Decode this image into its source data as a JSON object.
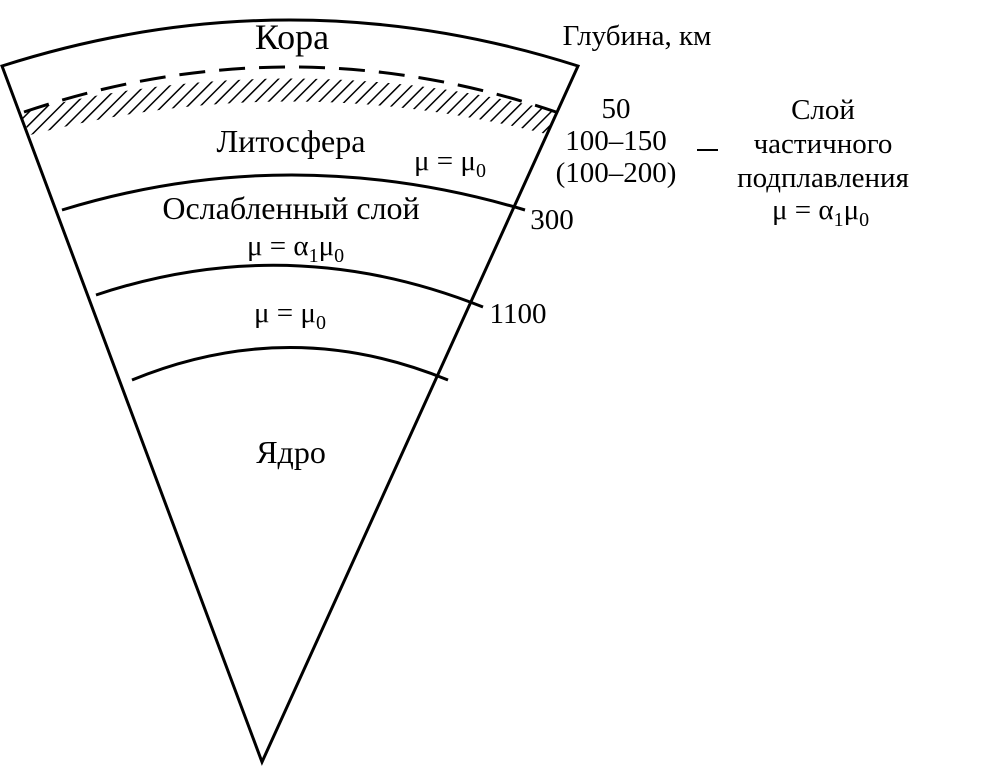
{
  "layers": {
    "crust": "Кора",
    "lithosphere": "Литосфера",
    "lithosphere_param": "μ = μ",
    "lithosphere_param_sub": "0",
    "weak_layer": "Ослабленный слой",
    "weak_layer_param_a": "μ = α",
    "weak_layer_param_a_sub": "1",
    "weak_layer_param_b": "μ",
    "weak_layer_param_b_sub": "0",
    "lower_mantle_param": "μ = μ",
    "lower_mantle_param_sub": "0",
    "core": "Ядро"
  },
  "depth_axis": {
    "title": "Глубина, км",
    "marks": [
      "50",
      "100–150",
      "(100–200)",
      "300",
      "1100"
    ]
  },
  "partial_melt_note": {
    "dash": "–",
    "line1": "Слой",
    "line2": "частичного",
    "line3": "подплавления",
    "param_a": "μ = α",
    "param_a_sub": "1",
    "param_b": "μ",
    "param_b_sub": "0"
  }
}
